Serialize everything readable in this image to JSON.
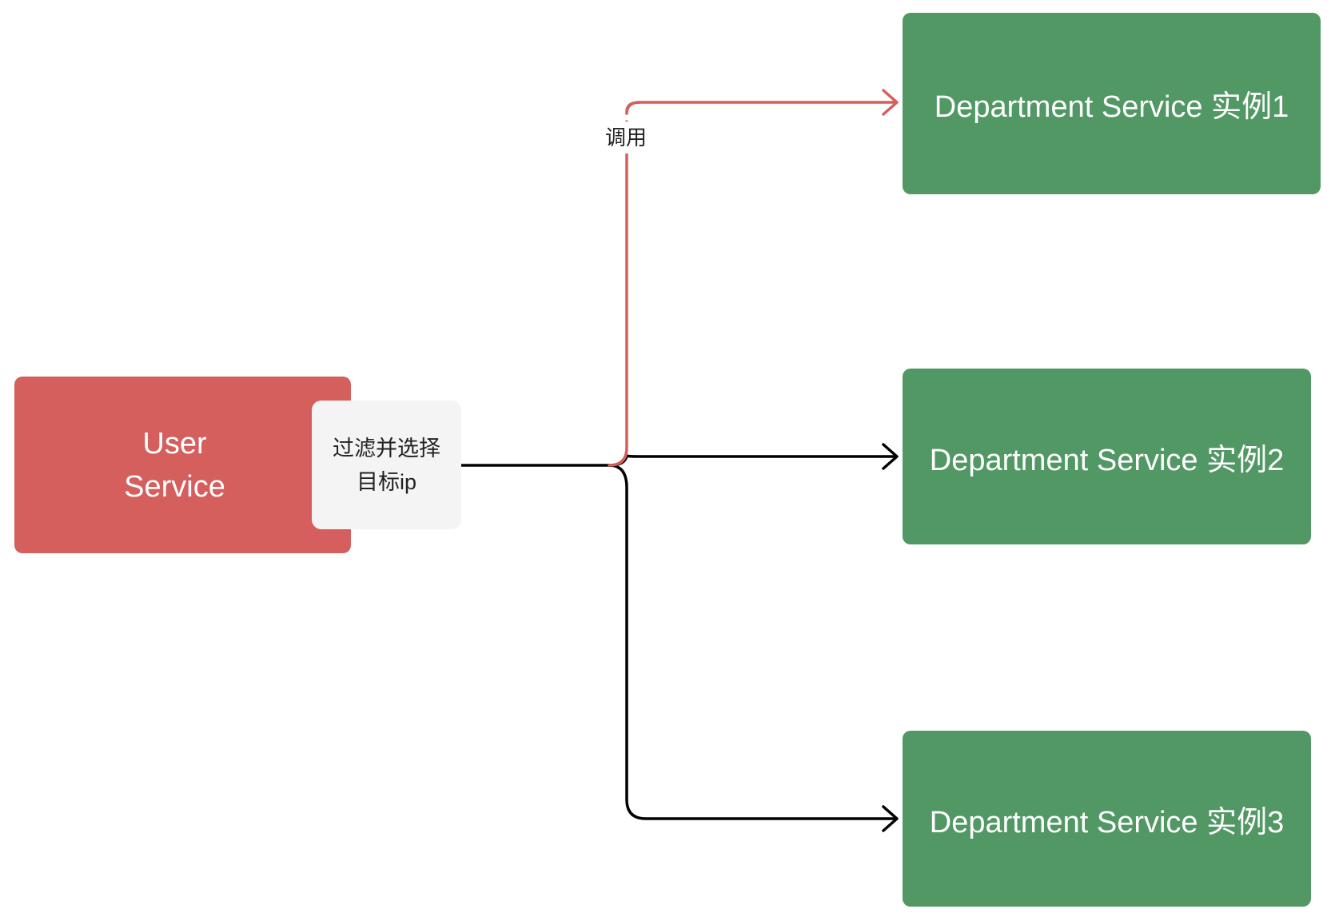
{
  "colors": {
    "user_service_fill": "#d45f5c",
    "filter_fill": "#f4f4f4",
    "department_fill": "#519865",
    "highlight_edge": "#d45f5c",
    "default_edge": "#000000"
  },
  "nodes": {
    "user_service": "User Service",
    "filter": "过滤并选择目标ip",
    "department_1": "Department Service 实例1",
    "department_2": "Department Service 实例2",
    "department_3": "Department Service 实例3"
  },
  "edges": {
    "call_label": "调用"
  }
}
